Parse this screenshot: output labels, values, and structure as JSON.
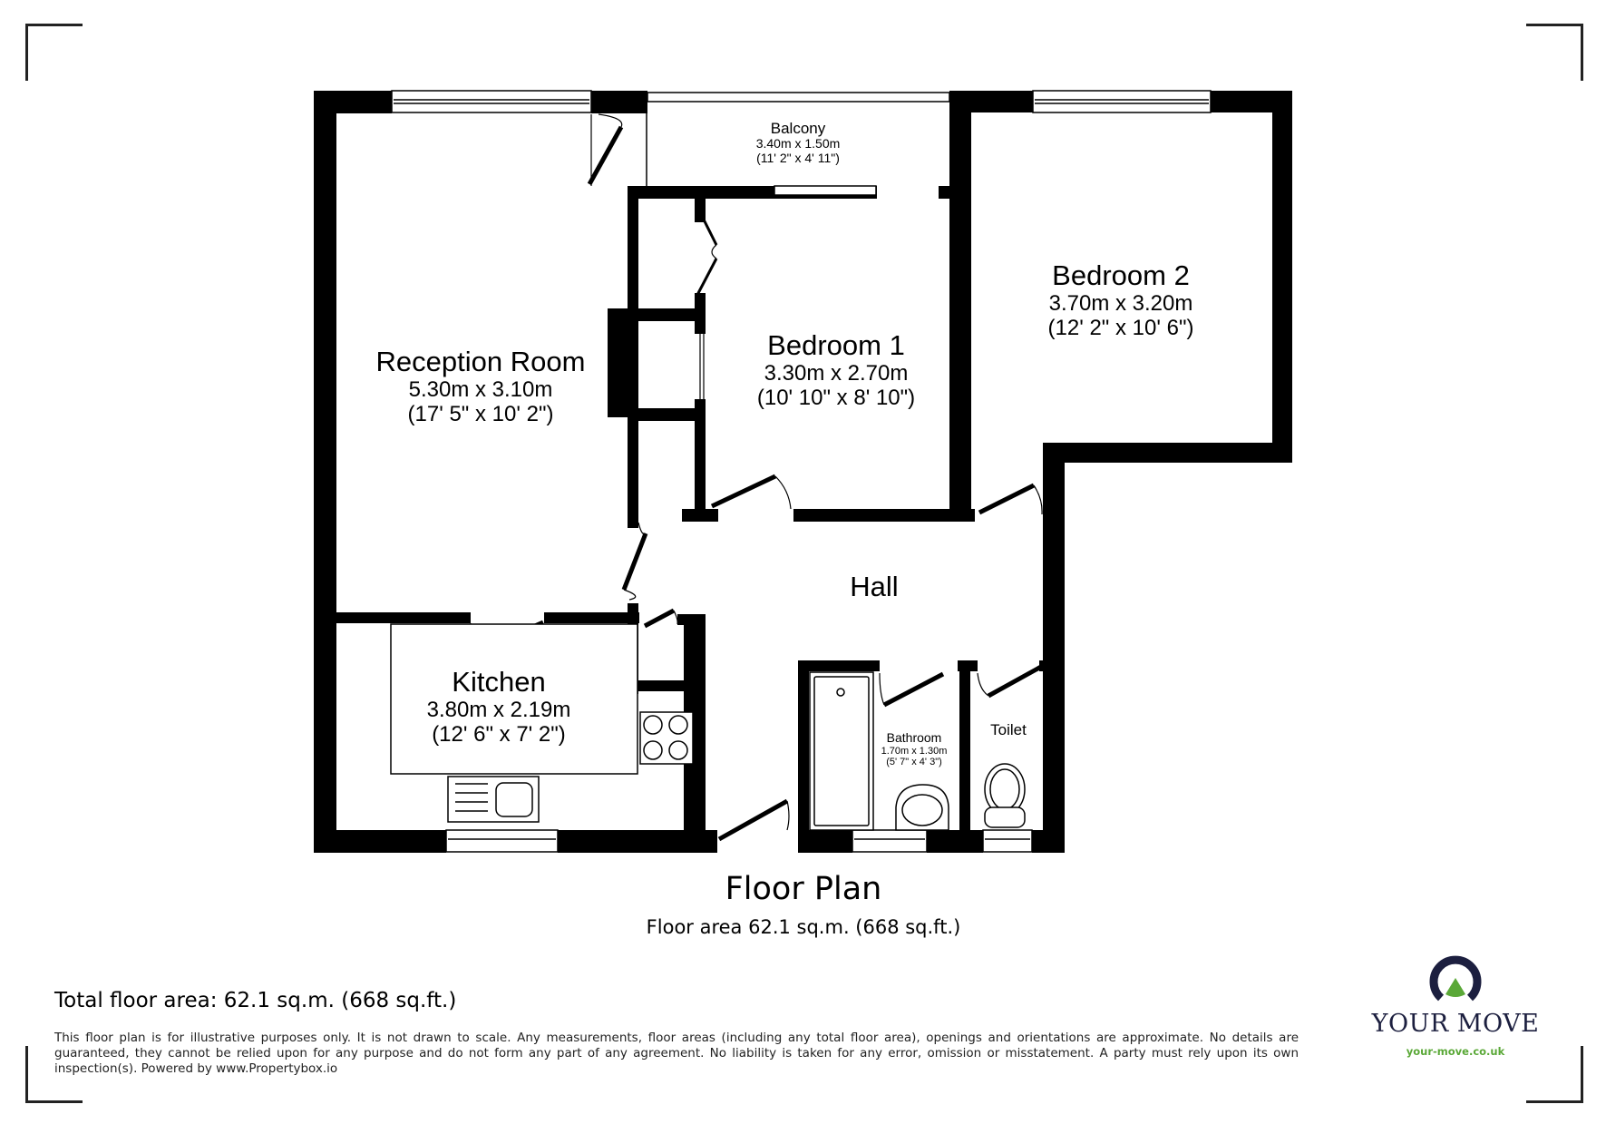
{
  "plan": {
    "title": "Floor Plan",
    "subtitle": "Floor area 62.1 sq.m. (668 sq.ft.)",
    "rooms": [
      {
        "name": "Reception Room",
        "metric": "5.30m x 3.10m",
        "imperial": "(17' 5\" x 10' 2\")"
      },
      {
        "name": "Balcony",
        "metric": "3.40m x 1.50m",
        "imperial": "(11' 2\" x 4' 11\")"
      },
      {
        "name": "Bedroom 1",
        "metric": "3.30m x 2.70m",
        "imperial": "(10' 10\" x 8' 10\")"
      },
      {
        "name": "Bedroom 2",
        "metric": "3.70m x 3.20m",
        "imperial": "(12' 2\" x 10' 6\")"
      },
      {
        "name": "Hall"
      },
      {
        "name": "Kitchen",
        "metric": "3.80m x 2.19m",
        "imperial": "(12' 6\" x 7' 2\")"
      },
      {
        "name": "Bathroom",
        "metric": "1.70m x 1.30m",
        "imperial": "(5' 7\" x 4' 3\")"
      },
      {
        "name": "Toilet"
      }
    ]
  },
  "footer": {
    "total_area": "Total floor area: 62.1 sq.m. (668 sq.ft.)",
    "disclaimer": "This floor plan is for illustrative purposes only. It is not drawn to scale. Any measurements, floor areas (including any total floor area), openings and orientations are approximate. No details are guaranteed, they cannot be relied upon for any purpose and do not form any part of any agreement. No liability is taken for any error, omission or misstatement. A party must rely upon its own inspection(s). Powered by www.Propertybox.io"
  },
  "logo": {
    "brand": "YOUR MOVE",
    "url": "your-move.co.uk",
    "colors": {
      "navy": "#1c1f3f",
      "green": "#5aa837"
    }
  }
}
